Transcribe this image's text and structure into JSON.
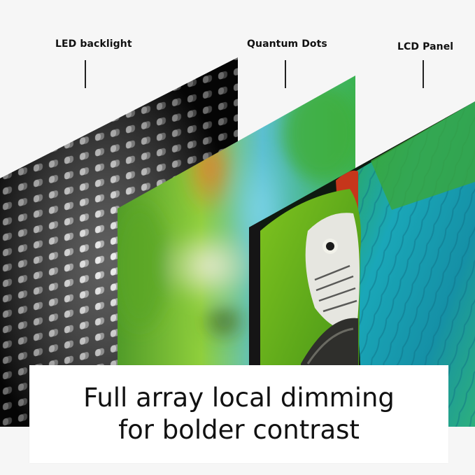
{
  "labels": {
    "led_backlight": "LED backlight",
    "quantum_dots": "Quantum Dots",
    "lcd_panel": "LCD Panel"
  },
  "caption": {
    "line1": "Full array local dimming",
    "line2": "for bolder contrast"
  },
  "colors": {
    "background": "#f6f6f6",
    "caption_bg": "#ffffff",
    "text": "#111111",
    "backlight_panel": "#0b0b0b",
    "qd_green": "#6fbf3a",
    "lcd_teal": "#1aa7b8"
  },
  "icons": {
    "led_layer": "led-grid-illustration",
    "qd_layer": "quantum-dot-blur-illustration",
    "lcd_layer": "parrot-illustration"
  }
}
